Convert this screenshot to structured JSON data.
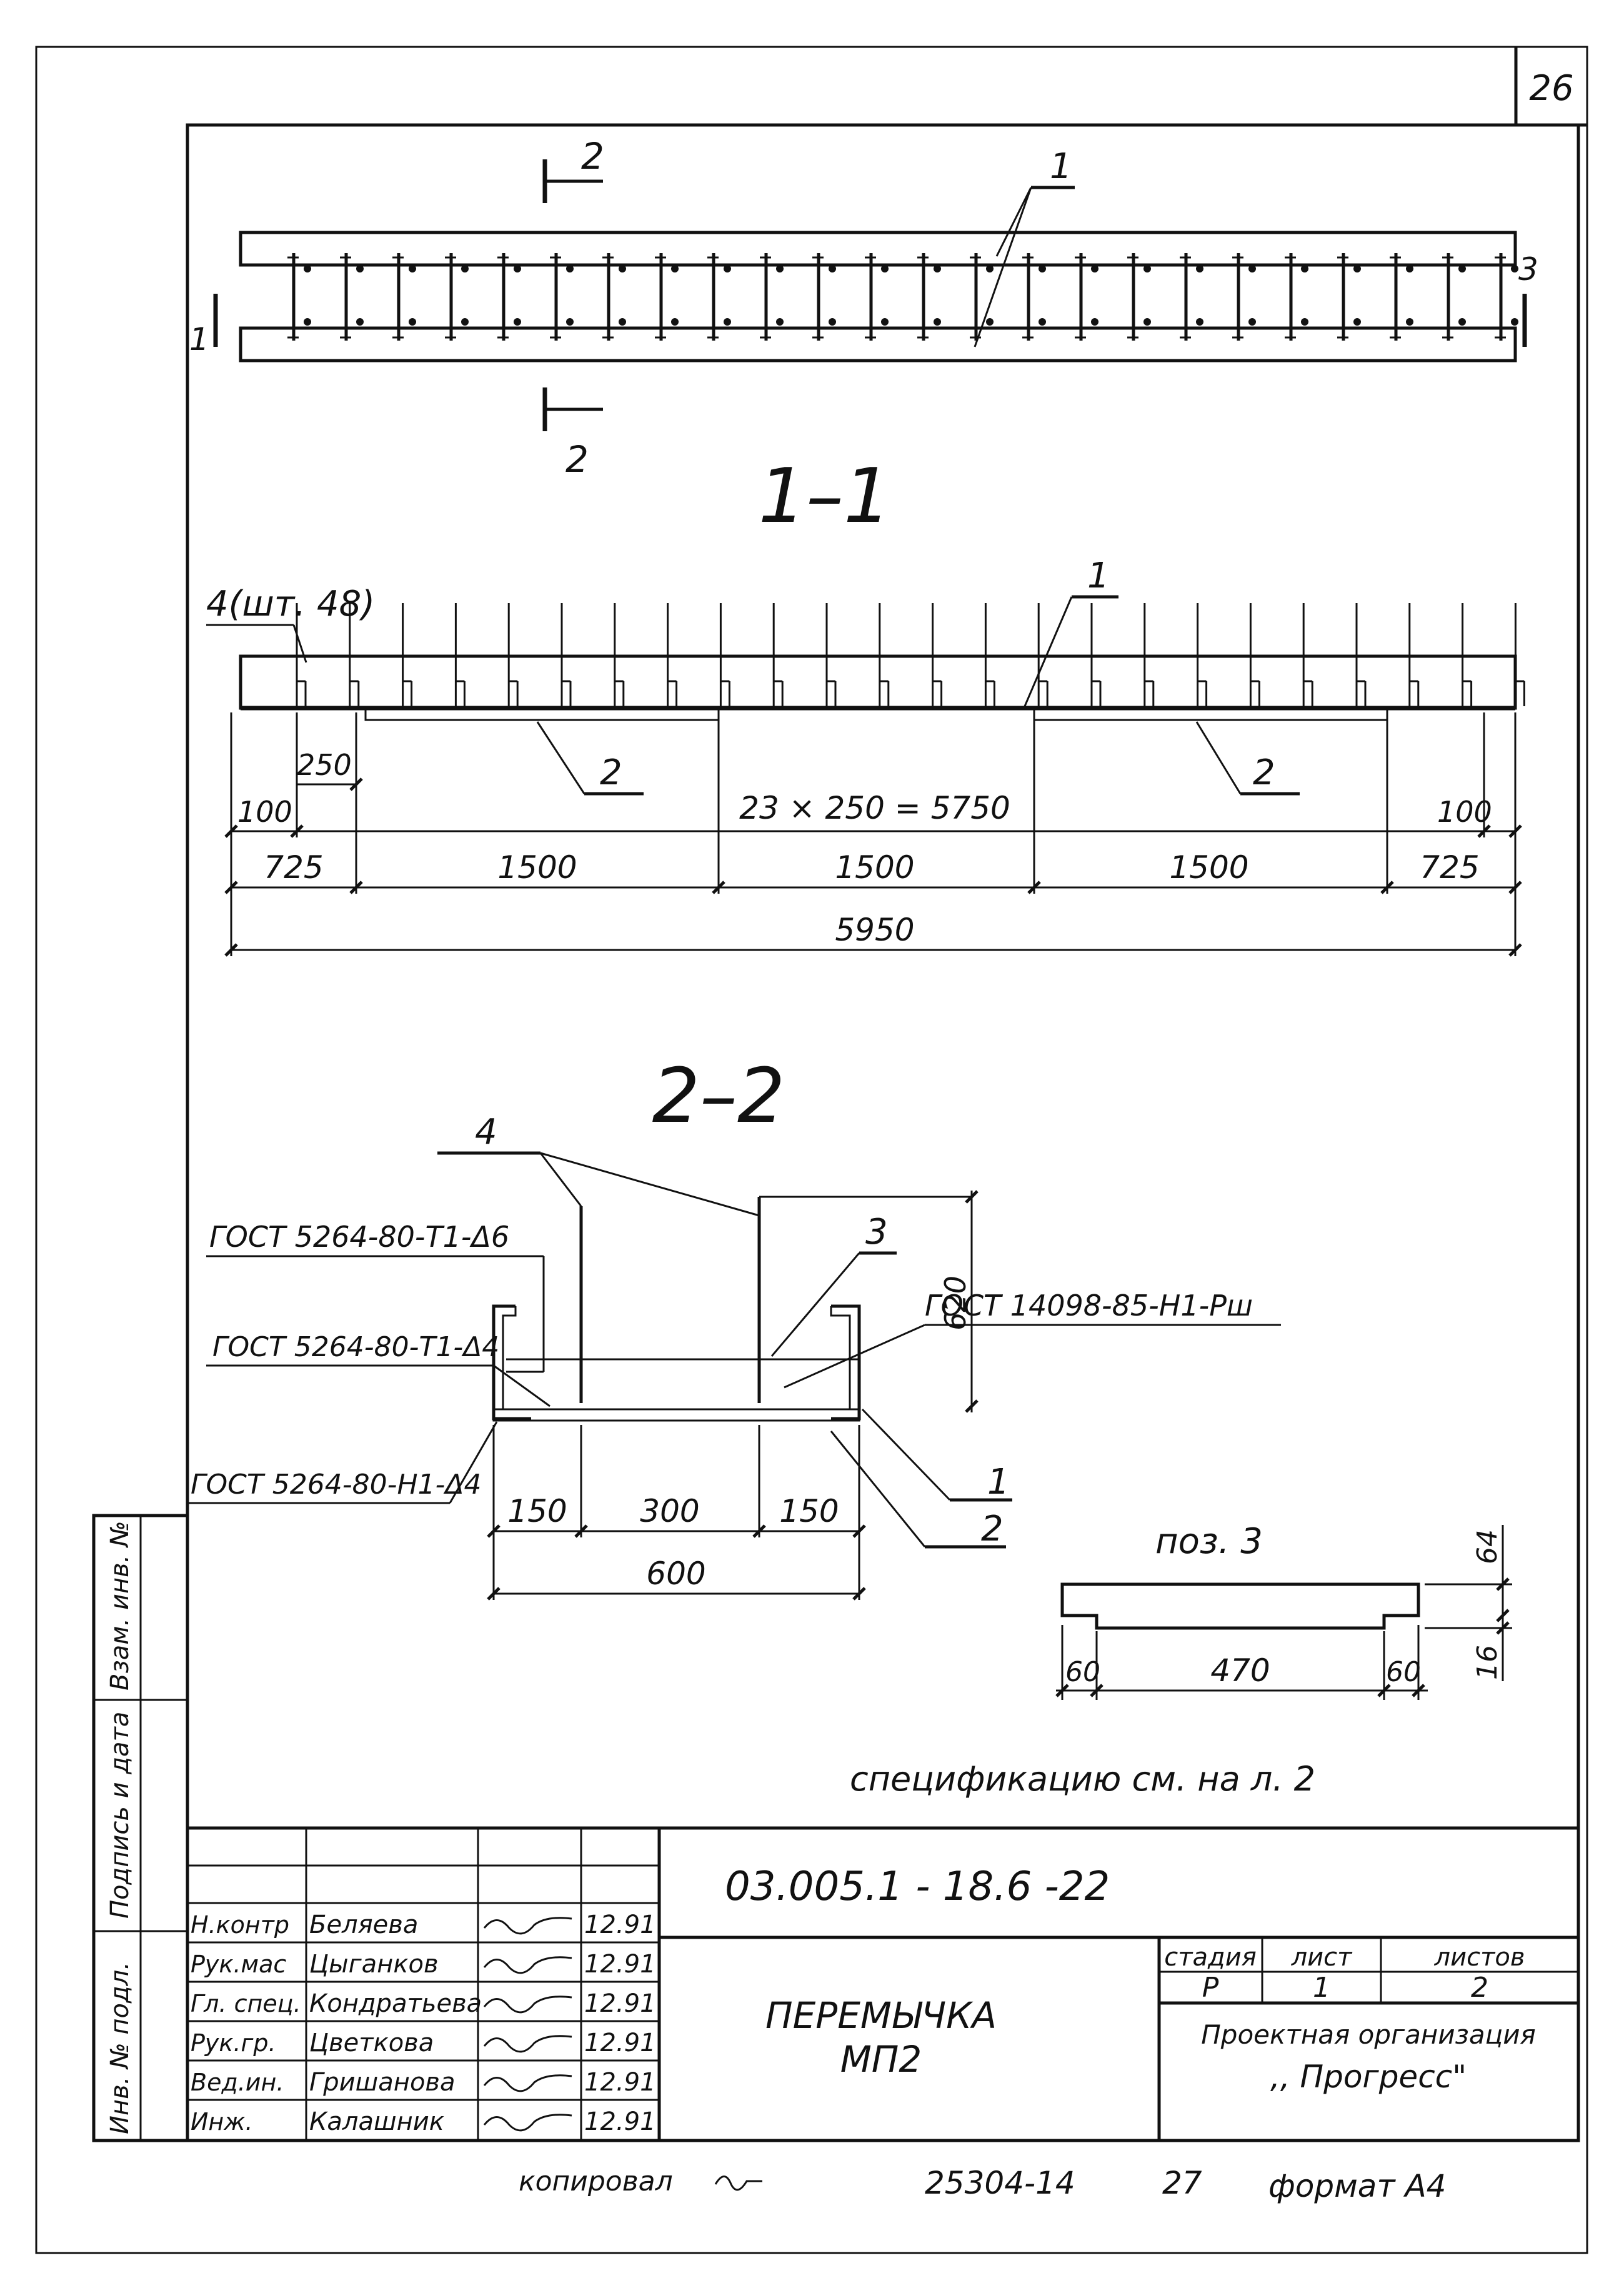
{
  "sheet_number": "26",
  "plan": {
    "section_2_label_top": "2",
    "section_2_label_bottom": "2",
    "section_1_label_left": "1",
    "callout_1": "1",
    "callout_3": "3"
  },
  "section_1_1": {
    "title": "1–1",
    "rod_note": "4(шт. 48)",
    "callout_1": "1",
    "callout_2_left": "2",
    "callout_2_right": "2",
    "dim_250": "250",
    "dim_100_left": "100",
    "dim_pitch": "23 × 250 = 5750",
    "dim_100_right": "100",
    "dim_725_left": "725",
    "dim_1500_a": "1500",
    "dim_1500_b": "1500",
    "dim_1500_c": "1500",
    "dim_725_right": "725",
    "dim_total": "5950"
  },
  "section_2_2": {
    "title": "2–2",
    "callout_4": "4",
    "callout_3": "3",
    "callout_1": "1",
    "callout_2": "2",
    "weld_1": "ГОСТ 5264-80-Т1-Δ6",
    "weld_2": "ГОСТ 5264-80-Т1-Δ4",
    "weld_3": "ГОСТ 5264-80-Н1-Δ4",
    "weld_4": "ГОСТ 14098-85-Н1-Рш",
    "dim_150_left": "150",
    "dim_300": "300",
    "dim_150_right": "150",
    "dim_600": "600",
    "dim_620": "620"
  },
  "pos_3": {
    "title": "поз. 3",
    "dim_60_left": "60",
    "dim_470": "470",
    "dim_60_right": "60",
    "dim_64": "64",
    "dim_16": "16"
  },
  "spec_note": "спецификацию см. на л. 2",
  "left_stamp": {
    "col_1": "Взам. инв. №",
    "col_2": "Подпись и дата",
    "col_3": "Инв. № подл."
  },
  "title_block": {
    "doc_code": "03.005.1 - 18.6 -22",
    "drawing_title_line1": "ПЕРЕМЫЧКА",
    "drawing_title_line2": "МП2",
    "stage_header": "стадия",
    "sheet_header": "лист",
    "sheets_header": "листов",
    "stage_value": "Р",
    "sheet_value": "1",
    "sheets_value": "2",
    "org_line1": "Проектная организация",
    "org_line2": ",, Прогресс\"",
    "rows": [
      {
        "role": "Н.контр",
        "name": "Беляева",
        "date": "12.91"
      },
      {
        "role": "Рук.мас",
        "name": "Цыганков",
        "date": "12.91"
      },
      {
        "role": "Гл. спец.",
        "name": "Кондратьева",
        "date": "12.91"
      },
      {
        "role": "Рук.гр.",
        "name": "Цветкова",
        "date": "12.91"
      },
      {
        "role": "Вед.ин.",
        "name": "Гришанова",
        "date": "12.91"
      },
      {
        "role": "Инж.",
        "name": "Калашник",
        "date": "12.91"
      }
    ]
  },
  "footer": {
    "copied": "копировал",
    "archive_no": "25304-14",
    "copy_sheet": "27",
    "format": "формат А4"
  }
}
